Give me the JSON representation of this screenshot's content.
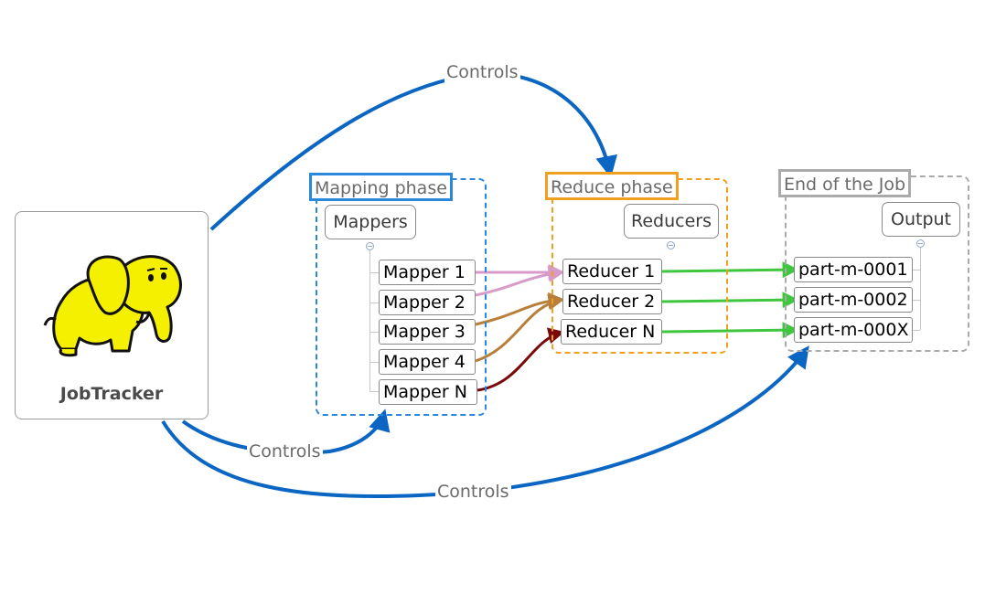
{
  "colors": {
    "controls": "#0b66c3",
    "mapping_frame": "#2a88dc",
    "reduce_frame": "#f0a020",
    "end_frame": "#aaaaaa",
    "pink_flow": "#d79ac9",
    "brown_flow": "#b87f3a",
    "darkred_flow": "#7a0a0a",
    "green_flow": "#3ec63e",
    "elephant": "#f4f000"
  },
  "jobtracker": {
    "label": "JobTracker",
    "icon": "hadoop-elephant-icon"
  },
  "mapping": {
    "title": "Mapping phase",
    "root": "Mappers",
    "mappers": [
      "Mapper 1",
      "Mapper 2",
      "Mapper 3",
      "Mapper 4",
      "Mapper N"
    ]
  },
  "reduce": {
    "title": "Reduce phase",
    "root": "Reducers",
    "reducers": [
      "Reducer 1",
      "Reducer 2",
      "Reducer N"
    ]
  },
  "end": {
    "title": "End of the Job",
    "root": "Output",
    "outputs": [
      "part-m-0001",
      "part-m-0002",
      "part-m-000X"
    ]
  },
  "controls": {
    "to_reduce": "Controls",
    "to_mapping": "Controls",
    "to_end": "Controls"
  }
}
